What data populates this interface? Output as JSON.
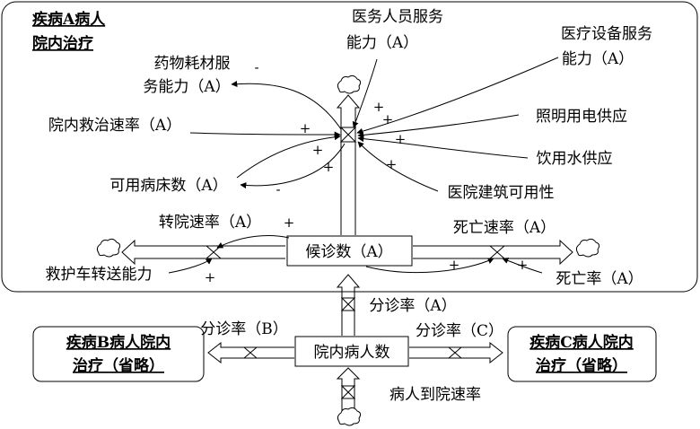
{
  "title": {
    "line1": "疾病A病人",
    "line2": "院内治疗"
  },
  "nodes": {
    "medical_staff": {
      "line1": "医务人员服务",
      "line2": "能力（A）"
    },
    "equipment": {
      "line1": "医疗设备服务",
      "line2": "能力（A）"
    },
    "drugs": {
      "line1": "药物耗材服",
      "line2": "务能力（A）"
    },
    "rescue_rate": "院内救治速率（A）",
    "lighting": "照明用电供应",
    "water": "饮用水供应",
    "beds": "可用病床数（A）",
    "building": "医院建筑可用性",
    "transfer_rate": "转院速率（A）",
    "death_rate": "死亡速率（A）",
    "waiting": "候诊数（A）",
    "ambulance": "救护车转送能力",
    "death_ratio": "死亡率（A）",
    "triage_a": "分诊率（A）",
    "triage_b": "分诊率（B）",
    "triage_c": "分诊率（C）",
    "inpatients": "院内病人数",
    "arrival_rate": "病人到院速率"
  },
  "side_boxes": {
    "disease_b": {
      "line1": "疾病B病人院内",
      "line2": "治疗（省略）"
    },
    "disease_c": {
      "line1": "疾病C病人院内",
      "line2": "治疗（省略）"
    }
  },
  "signs": {
    "drugs": "-",
    "staff": "+",
    "equipment": "+",
    "rescue": "+",
    "lighting": "+",
    "water": "+",
    "beds_in": "+",
    "beds_out": "-",
    "building": "+",
    "transfer": "+",
    "ambulance": "+",
    "death_flow": "+",
    "death_ratio": "+"
  }
}
